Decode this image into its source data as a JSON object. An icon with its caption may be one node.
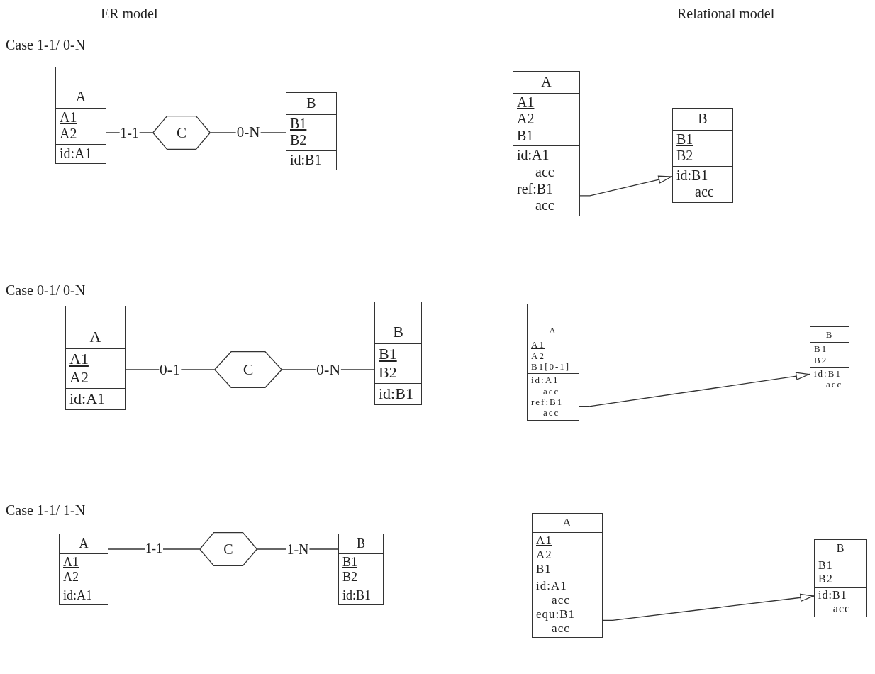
{
  "diagram": {
    "nodes": [
      {
        "text": [
          "A",
          "A1",
          "A2",
          "id:A1"
        ]
      },
      {
        "text": [
          "C"
        ]
      },
      {
        "text": [
          "B",
          "B1",
          "B2",
          "id:B1"
        ]
      },
      {
        "text": [
          "A",
          "A1",
          "A2",
          "B1",
          "id:A1 acc",
          "ref:B1 acc"
        ]
      },
      {
        "text": [
          "B",
          "B1",
          "B2",
          "id:B1 acc"
        ]
      },
      {
        "text": [
          "A",
          "A1",
          "A2",
          "id:A1"
        ]
      },
      {
        "text": [
          "C"
        ]
      },
      {
        "text": [
          "B",
          "B1",
          "B2",
          "id:B1"
        ]
      },
      {
        "text": [
          "A",
          "A1",
          "A2",
          "B1[0-1]",
          "id:A1 acc",
          "ref:B1 acc"
        ]
      },
      {
        "text": [
          "B",
          "B1",
          "B2",
          "id:B1 acc"
        ]
      },
      {
        "text": [
          "A",
          "A1",
          "A2",
          "id:A1"
        ]
      },
      {
        "text": [
          "C"
        ]
      },
      {
        "text": [
          "B",
          "B1",
          "B2",
          "id:B1"
        ]
      },
      {
        "text": [
          "A",
          "A1",
          "A2",
          "B1",
          "id:A1 acc",
          "equ:B1 acc"
        ]
      },
      {
        "text": [
          "B",
          "B1",
          "B2",
          "id:B1 acc"
        ]
      }
    ],
    "edges": [
      {
        "from": 0,
        "to": 1,
        "arrow": "none",
        "label": "1-1"
      },
      {
        "from": 1,
        "to": 2,
        "arrow": "none",
        "label": "0-N"
      },
      {
        "from": 3,
        "to": 4,
        "arrow": "to"
      },
      {
        "from": 5,
        "to": 6,
        "arrow": "none",
        "label": "0-1"
      },
      {
        "from": 6,
        "to": 7,
        "arrow": "none",
        "label": "0-N"
      },
      {
        "from": 8,
        "to": 9,
        "arrow": "to"
      },
      {
        "from": 10,
        "to": 11,
        "arrow": "none",
        "label": "1-1"
      },
      {
        "from": 11,
        "to": 12,
        "arrow": "none",
        "label": "1-N"
      },
      {
        "from": 13,
        "to": 14,
        "arrow": "to"
      }
    ],
    "labels": [
      "ER model",
      "Relational model",
      "Case 1-1/ 0-N",
      "Case 0-1/ 0-N",
      "Case 1-1/ 1-N"
    ]
  }
}
